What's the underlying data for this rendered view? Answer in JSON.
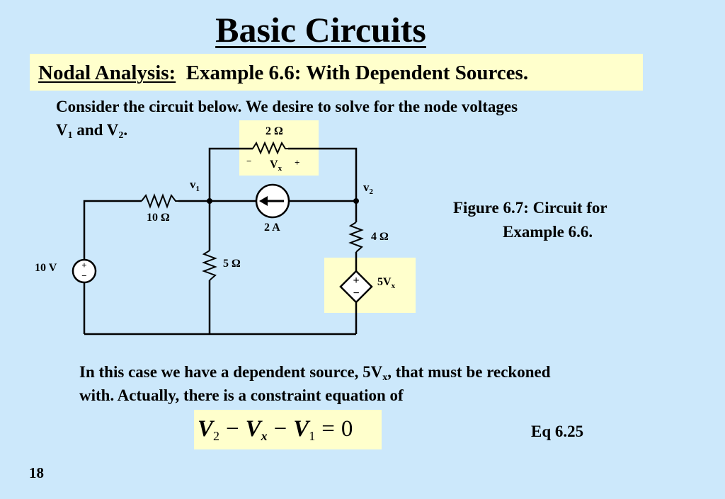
{
  "slide": {
    "title": "Basic Circuits",
    "subtitle": {
      "label": "Nodal Analysis:",
      "text": "Example 6.6:  With Dependent Sources."
    },
    "intro": {
      "line1": "Consider the circuit below.  We desire to solve for the node voltages",
      "line2": {
        "p1": "V",
        "s1": "1",
        "p2": " and V",
        "s2": "2",
        "p3": "."
      }
    },
    "figure": {
      "r_top": "2 Ω",
      "vx_minus": "−",
      "vx_label": "V",
      "vx_sub": "x",
      "vx_plus": "+",
      "node1": "v",
      "node1_sub": "1",
      "node2": "v",
      "node2_sub": "2",
      "r_left": "10 Ω",
      "current_source": "2 A",
      "r_right": "4 Ω",
      "voltage_source": "10 V",
      "vs_plus": "+",
      "vs_minus": "−",
      "r_middle": "5 Ω",
      "dep_plus": "+",
      "dep_minus": "−",
      "dep_label": "5V",
      "dep_sub": "x"
    },
    "caption": {
      "line1": "Figure 6.7:  Circuit for",
      "line2": "Example 6.6."
    },
    "body": {
      "line1": {
        "p1": "In this case we have a dependent source, 5V",
        "s1": "x",
        "p2": ", that must be reckoned"
      },
      "line2": "with.  Actually, there is a constraint equation of"
    },
    "equation": {
      "t1": "V",
      "t1_sub": "2",
      "op1": "−",
      "t2": "V",
      "t2_sub": "x",
      "op2": "−",
      "t3": "V",
      "t3_sub": "1",
      "op3": "=",
      "rhs": "0"
    },
    "equation_number": "Eq 6.25",
    "page_number": "18"
  },
  "colors": {
    "background": "#cce8fb",
    "highlight": "#ffffcc"
  }
}
